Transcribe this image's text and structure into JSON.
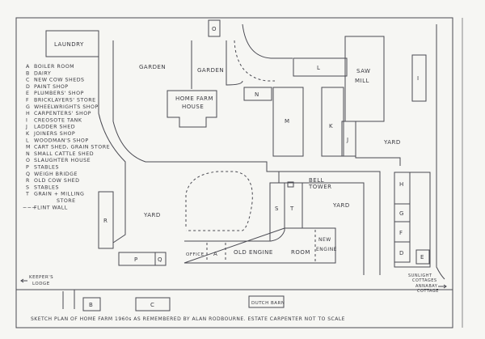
{
  "legend": [
    {
      "key": "A",
      "label": "BOILER ROOM"
    },
    {
      "key": "B",
      "label": "DAIRY"
    },
    {
      "key": "C",
      "label": "NEW COW SHEDS"
    },
    {
      "key": "D",
      "label": "PAINT SHOP"
    },
    {
      "key": "E",
      "label": "PLUMBERS' SHOP"
    },
    {
      "key": "F",
      "label": "BRICKLAYERS' STORE"
    },
    {
      "key": "G",
      "label": "WHEELWRIGHTS SHOP"
    },
    {
      "key": "H",
      "label": "CARPENTERS' SHOP"
    },
    {
      "key": "I",
      "label": "CREOSOTE TANK"
    },
    {
      "key": "J",
      "label": "LADDER SHED"
    },
    {
      "key": "K",
      "label": "JOINERS SHOP"
    },
    {
      "key": "L",
      "label": "WOODMAN'S SHOP"
    },
    {
      "key": "M",
      "label": "CART SHED, GRAIN STORE"
    },
    {
      "key": "N",
      "label": "SMALL CATTLE SHED"
    },
    {
      "key": "O",
      "label": "SLAUGHTER HOUSE"
    },
    {
      "key": "P",
      "label": "STABLES"
    },
    {
      "key": "Q",
      "label": "WEIGH BRIDGE"
    },
    {
      "key": "R",
      "label": "OLD COW SHED"
    },
    {
      "key": "S",
      "label": "STABLES"
    },
    {
      "key": "T",
      "label": "GRAIN + MILLING"
    },
    {
      "key": "",
      "label": "STORE"
    },
    {
      "key": "~~~",
      "label": "FLINT WALL"
    }
  ],
  "labels": {
    "laundry": "LAUNDRY",
    "garden1": "GARDEN",
    "garden2": "GARDEN",
    "house1": "HOME FARM",
    "house2": "HOUSE",
    "saw1": "SAW",
    "saw2": "MILL",
    "yard1": "YARD",
    "yard2": "YARD",
    "yard3": "YARD",
    "bell1": "BELL",
    "bell2": "TOWER",
    "office": "OFFICE",
    "old_engine": "OLD ENGINE",
    "room": "ROOM",
    "new1": "NEW",
    "new2": "ENGINE",
    "keeper1": "KEEPER'S",
    "keeper2": "LODGE",
    "sun1": "SUNLIGHT",
    "sun2": "COTTAGES",
    "ann1": "ANNABAY",
    "ann2": "COTTAGE",
    "dutch": "DUTCH BARN",
    "A": "A",
    "B": "B",
    "C": "C",
    "D": "D",
    "E": "E",
    "F": "F",
    "G": "G",
    "H": "H",
    "I": "I",
    "J": "J",
    "K": "K",
    "L": "L",
    "M": "M",
    "N": "N",
    "O": "O",
    "P": "P",
    "Q": "Q",
    "R": "R",
    "S": "S",
    "T": "T"
  },
  "caption": "SKETCH PLAN OF HOME FARM 1960s AS REMEMBERED BY ALAN RODBOURNE. ESTATE CARPENTER  NOT TO SCALE"
}
